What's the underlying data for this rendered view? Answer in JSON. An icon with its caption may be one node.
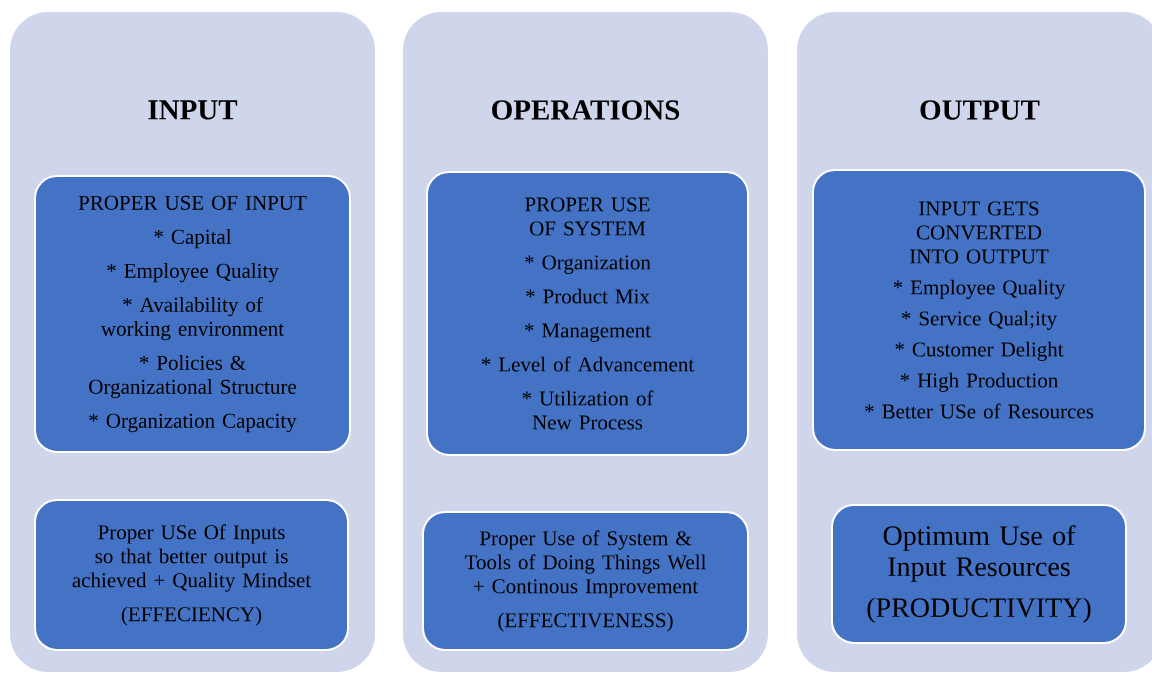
{
  "diagram": {
    "nodes": [
      {
        "text": [
          "INPUT"
        ]
      },
      {
        "text": [
          "PROPER USE OF INPUT",
          "* Capital",
          "* Employee Quality",
          "* Availability of working environment",
          "* Policies & Organizational Structure",
          "* Organization Capacity"
        ],
        "in": 0
      },
      {
        "text": [
          "Proper USe Of Inputs so that better output is achieved + Quality Mindset",
          "(EFFECIENCY)"
        ],
        "in": 0
      },
      {
        "text": [
          "OPERATIONS"
        ]
      },
      {
        "text": [
          "PROPER USE OF SYSTEM",
          "* Organization",
          "* Product Mix",
          "* Management",
          "* Level of Advancement",
          "* Utilization of New Process"
        ],
        "in": 3
      },
      {
        "text": [
          "Proper Use of System & Tools of Doing Things Well + Continous Improvement",
          "(EFFECTIVENESS)"
        ],
        "in": 3
      },
      {
        "text": [
          "OUTPUT"
        ]
      },
      {
        "text": [
          "INPUT GETS CONVERTED INTO OUTPUT",
          "* Employee Quality",
          "* Service Qual;ity",
          "* Customer Delight",
          "* High Production",
          "* Better USe of Resources"
        ],
        "in": 6
      },
      {
        "text": [
          "Optimum Use of Input Resources",
          "(PRODUCTIVITY)"
        ],
        "in": 6
      }
    ]
  }
}
